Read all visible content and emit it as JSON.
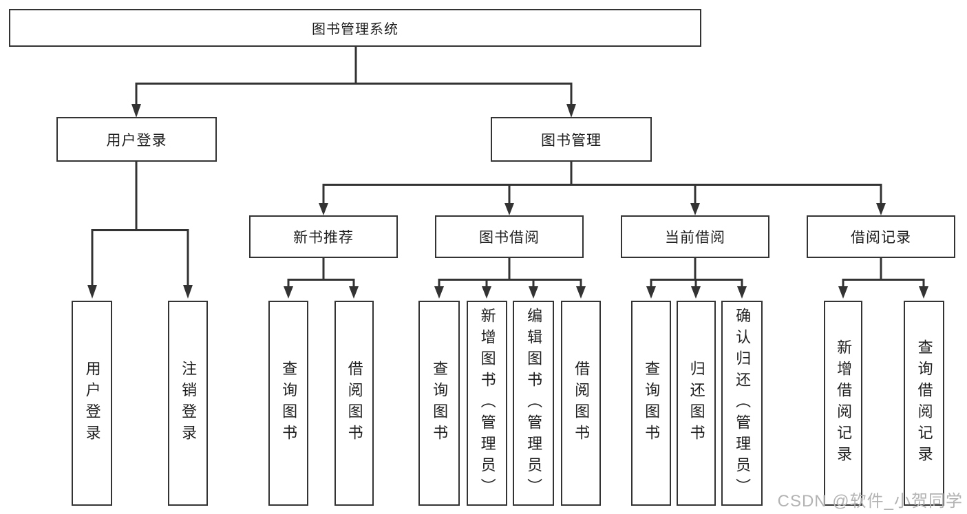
{
  "nodes": {
    "root": {
      "label": "图书管理系统"
    },
    "level2": [
      {
        "label": "用户登录"
      },
      {
        "label": "图书管理",
        "parent": "图书管理系统"
      }
    ],
    "level3": [
      {
        "label": "新书推荐",
        "parent": "图书管理"
      },
      {
        "label": "图书借阅",
        "parent": "图书管理"
      },
      {
        "label": "当前借阅",
        "parent": "图书管理"
      },
      {
        "label": "借阅记录",
        "parent": "图书管理"
      }
    ],
    "level4": [
      {
        "label": "用户登录",
        "parent": "用户登录"
      },
      {
        "label": "注销登录",
        "parent": "用户登录"
      },
      {
        "label": "查询图书",
        "parent": "新书推荐"
      },
      {
        "label": "借阅图书",
        "parent": "新书推荐"
      },
      {
        "label": "查询图书",
        "parent": "图书借阅"
      },
      {
        "label": "新增图书（管理员）",
        "parent": "图书借阅"
      },
      {
        "label": "编辑图书（管理员）",
        "parent": "图书借阅"
      },
      {
        "label": "借阅图书",
        "parent": "图书借阅"
      },
      {
        "label": "查询图书",
        "parent": "当前借阅"
      },
      {
        "label": "归还图书",
        "parent": "当前借阅"
      },
      {
        "label": "确认归还（管理员）",
        "parent": "当前借阅"
      },
      {
        "label": "新增借阅记录",
        "parent": "借阅记录"
      },
      {
        "label": "查询借阅记录",
        "parent": "借阅记录"
      }
    ]
  },
  "watermark": {
    "text": "CSDN @软件_小贺同学"
  },
  "colors": {
    "line": "#333333",
    "box_border": "#333333",
    "text": "#1f1f1f",
    "watermark": "#b3b3b3",
    "background": "#ffffff"
  }
}
